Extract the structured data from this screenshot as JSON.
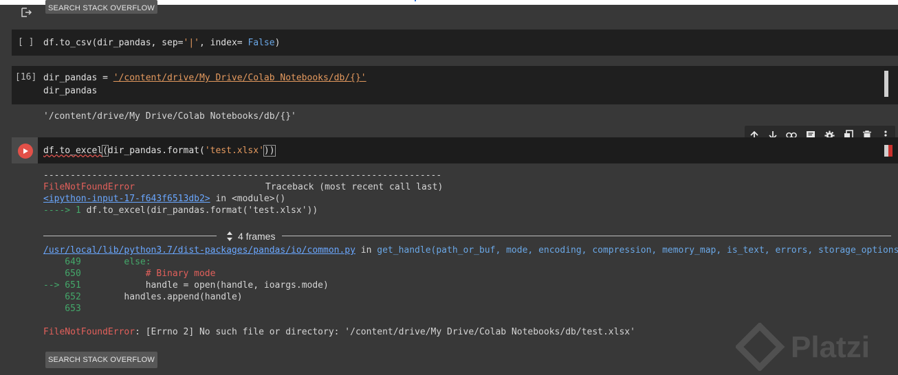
{
  "search_button_label": "SEARCH STACK OVERFLOW",
  "cells": {
    "cell1": {
      "prompt": "[ ]",
      "code_prefix": "df.to_csv(dir_pandas, sep=",
      "code_str": "'|'",
      "code_mid": ", index= ",
      "code_false": "False",
      "code_suffix": ")"
    },
    "cell2": {
      "prompt": "[16]",
      "line1_var": "dir_pandas = ",
      "line1_str": "'/content/drive/My Drive/Colab Notebooks/db/{}'",
      "line2": "dir_pandas",
      "output": "'/content/drive/My Drive/Colab Notebooks/db/{}'"
    },
    "cell3": {
      "code_prefix": "df.to_excel",
      "code_paren": "(",
      "code_mid": "dir_pandas.format(",
      "code_str": "'test.xlsx'",
      "code_suffix": "))",
      "dashes": "---------------------------------------------------------------------------",
      "error_name": "FileNotFoundError",
      "traceback_label": "Traceback (most recent call last)",
      "input_link": "<ipython-input-17-f643f6513db2>",
      "in_module": " in <module>()",
      "arrow_line_prefix": "----> 1 ",
      "arrow_line_code": "df.to_excel(dir_pandas.format('test.xlsx'))",
      "frames_label": "4 frames",
      "file_link": "/usr/local/lib/python3.7/dist-packages/pandas/io/common.py",
      "in_word": " in ",
      "func_sig": "get_handle(path_or_buf, mode, encoding, compression, memory_map, is_text, errors, storage_options)",
      "lines": [
        {
          "num": "    649",
          "code": "        else:"
        },
        {
          "num": "    650",
          "code": "            # Binary mode"
        },
        {
          "num": "--> 651",
          "code": "            handle = open(handle, ioargs.mode)"
        },
        {
          "num": "    652",
          "code": "        handles.append(handle)"
        },
        {
          "num": "    653",
          "code": ""
        }
      ],
      "final_error_name": "FileNotFoundError",
      "final_error_msg": ": [Errno 2] No such file or directory: '/content/drive/My Drive/Colab Notebooks/db/test.xlsx'"
    }
  },
  "toolbar_icons": [
    "arrow-up-icon",
    "arrow-down-icon",
    "link-icon",
    "comment-icon",
    "gear-icon",
    "mirror-cell-icon",
    "trash-icon",
    "more-vert-icon"
  ],
  "watermark": "Platzi",
  "colors": {
    "bg": "#383838",
    "cell": "#1f1f1f",
    "error": "#e2605b",
    "link": "#6aa7ff",
    "run": "#e25048"
  }
}
